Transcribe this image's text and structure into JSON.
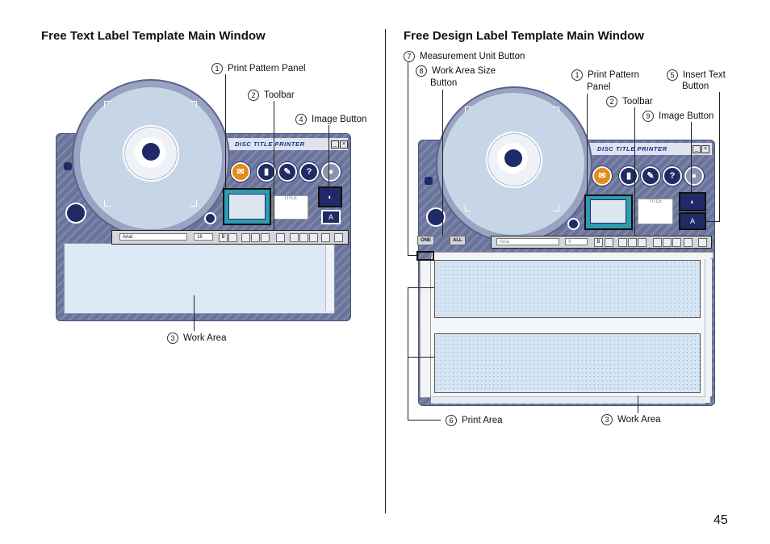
{
  "left": {
    "heading": "Free Text Label Template Main Window",
    "brand": "DISC TITLE PRINTER",
    "callouts": {
      "print_pattern_panel": {
        "num": "1",
        "label": "Print Pattern Panel"
      },
      "toolbar": {
        "num": "2",
        "label": "Toolbar"
      },
      "image_button": {
        "num": "4",
        "label": "Image Button"
      },
      "work_area": {
        "num": "3",
        "label": "Work Area"
      }
    },
    "toolbar": {
      "font": "Arial",
      "size": "16",
      "bold": "B"
    },
    "title_card": "TITLE"
  },
  "right": {
    "heading": "Free Design Label Template Main Window",
    "brand": "DISC TITLE PRINTER",
    "callouts": {
      "measurement_unit": {
        "num": "7",
        "label": "Measurement Unit Button"
      },
      "work_area_size_1": {
        "num": "8",
        "label": "Work  Area  Size"
      },
      "work_area_size_2": "Button",
      "print_pattern_1": {
        "num": "1",
        "label": "Print Pattern"
      },
      "print_pattern_2": "Panel",
      "insert_text_1": {
        "num": "5",
        "label": "Insert Text"
      },
      "insert_text_2": "Button",
      "toolbar": {
        "num": "2",
        "label": "Toolbar"
      },
      "image_button": {
        "num": "9",
        "label": "Image Button"
      },
      "print_area": {
        "num": "6",
        "label": "Print Area"
      },
      "work_area": {
        "num": "3",
        "label": "Work Area"
      }
    },
    "unit_buttons": {
      "one": "ONE",
      "all": "ALL"
    },
    "toolbar": {
      "font": "Arial",
      "size": "9",
      "bold": "B"
    },
    "title_card": "TITLE"
  },
  "page_number": "45",
  "colors": {
    "window": "#6a7399",
    "accent": "#2f9bb0",
    "work_area": "#dce9f5"
  }
}
